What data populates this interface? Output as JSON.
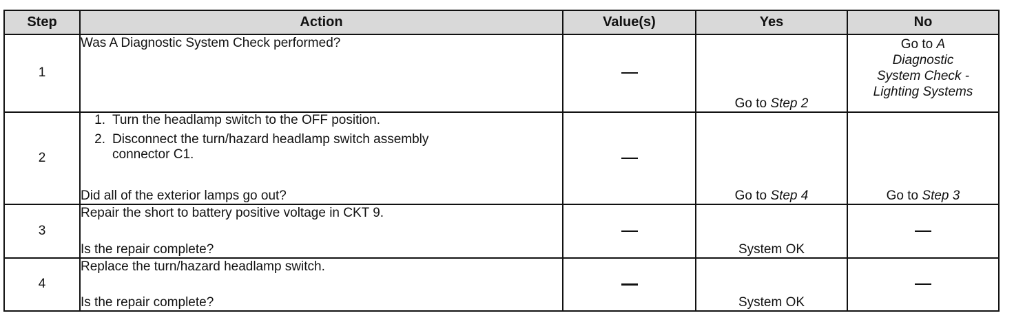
{
  "headers": {
    "step": "Step",
    "action": "Action",
    "values": "Value(s)",
    "yes": "Yes",
    "no": "No"
  },
  "rows": [
    {
      "step": "1",
      "question": "Was A Diagnostic System Check performed?",
      "value": "—",
      "yes_prefix": "Go to ",
      "yes_ref": "Step 2",
      "no_prefix": "Go to ",
      "no_lines": [
        "A",
        "Diagnostic",
        "System Check -",
        "Lighting Systems"
      ]
    },
    {
      "step": "2",
      "substeps": [
        {
          "num": "1.",
          "text": "Turn the headlamp switch to the OFF position."
        },
        {
          "num": "2.",
          "text": "Disconnect the turn/hazard headlamp switch assembly connector C1."
        }
      ],
      "question": "Did all of the exterior lamps go out?",
      "value": "—",
      "yes_prefix": "Go to ",
      "yes_ref": "Step 4",
      "no_prefix": "Go to ",
      "no_ref": "Step 3"
    },
    {
      "step": "3",
      "instruction": "Repair the short to battery positive voltage in CKT 9.",
      "question": "Is the repair complete?",
      "value": "—",
      "yes": "System OK",
      "no": "—"
    },
    {
      "step": "4",
      "instruction": "Replace the turn/hazard headlamp switch.",
      "question": "Is the repair complete?",
      "value": "—",
      "yes": "System OK",
      "no": "—"
    }
  ]
}
